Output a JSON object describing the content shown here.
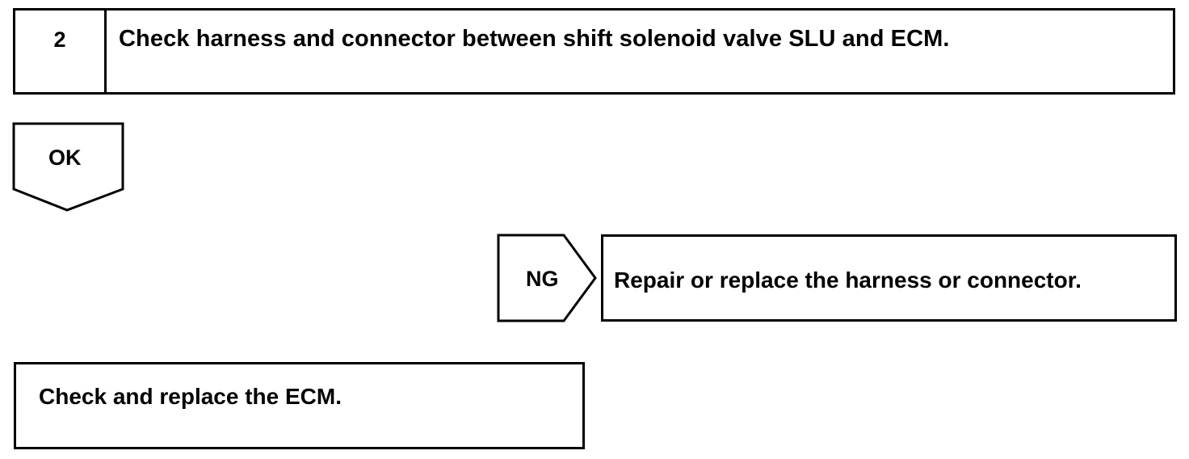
{
  "step": {
    "number": "2",
    "title": "Check harness and connector between shift solenoid valve SLU and ECM."
  },
  "ok_branch": {
    "label": "OK",
    "action": "Check and replace the ECM."
  },
  "ng_branch": {
    "label": "NG",
    "action": "Repair or replace the harness or connector."
  }
}
